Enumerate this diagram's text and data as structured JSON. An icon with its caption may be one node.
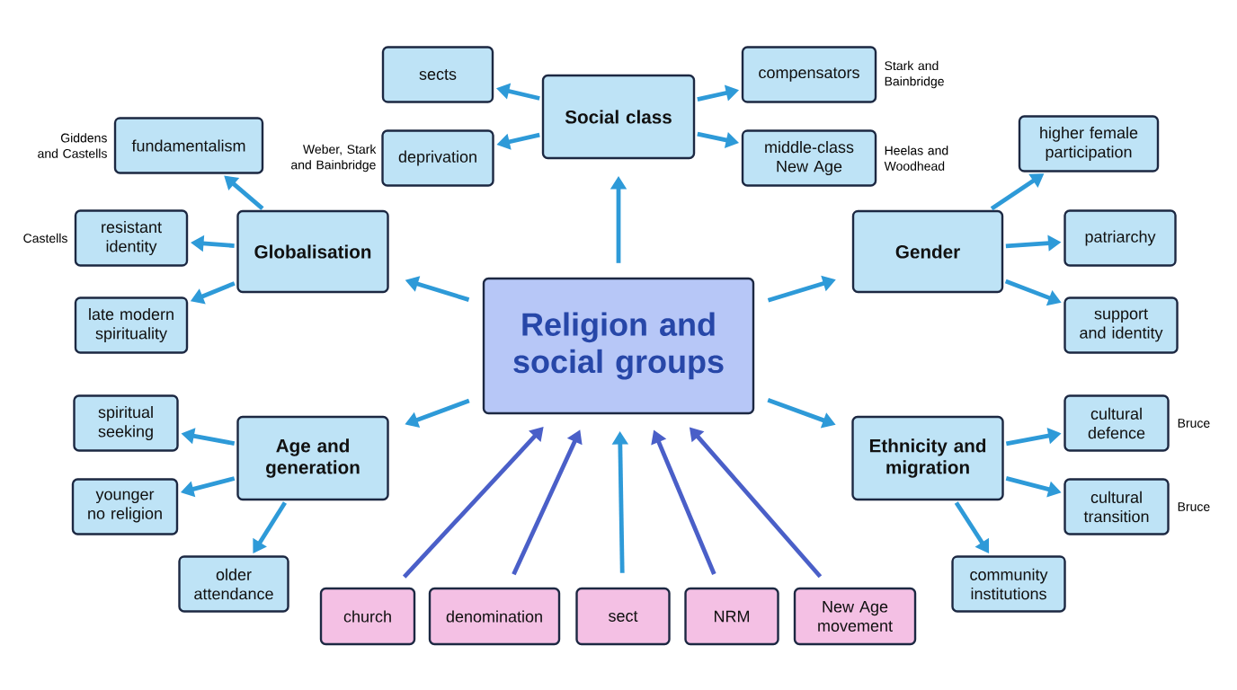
{
  "diagram": {
    "nodes": [
      {
        "text": [
          "Religion and social groups"
        ]
      },
      {
        "text": [
          "Social class"
        ]
      },
      {
        "text": [
          "sects"
        ]
      },
      {
        "text": [
          "deprivation"
        ],
        "beside": [
          "Weber, Stark and Bainbridge"
        ]
      },
      {
        "text": [
          "compensators"
        ],
        "beside": [
          "Stark and Bainbridge"
        ]
      },
      {
        "text": [
          "middle-class New Age"
        ],
        "beside": [
          "Heelas and Woodhead"
        ]
      },
      {
        "text": [
          "Globalisation"
        ]
      },
      {
        "text": [
          "fundamentalism"
        ],
        "beside": [
          "Giddens and Castells"
        ]
      },
      {
        "text": [
          "resistant identity"
        ],
        "beside": [
          "Castells"
        ]
      },
      {
        "text": [
          "late modern spirituality"
        ]
      },
      {
        "text": [
          "Gender"
        ]
      },
      {
        "text": [
          "higher female participation"
        ]
      },
      {
        "text": [
          "patriarchy"
        ]
      },
      {
        "text": [
          "support and identity"
        ]
      },
      {
        "text": [
          "Age and generation"
        ]
      },
      {
        "text": [
          "spiritual seeking"
        ]
      },
      {
        "text": [
          "younger no religion"
        ]
      },
      {
        "text": [
          "older attendance"
        ]
      },
      {
        "text": [
          "Ethnicity and migration"
        ]
      },
      {
        "text": [
          "cultural defence"
        ],
        "beside": [
          "Bruce"
        ]
      },
      {
        "text": [
          "cultural transition"
        ],
        "beside": [
          "Bruce"
        ]
      },
      {
        "text": [
          "community institutions"
        ]
      },
      {
        "text": [
          "church"
        ]
      },
      {
        "text": [
          "denomination"
        ]
      },
      {
        "text": [
          "sect"
        ]
      },
      {
        "text": [
          "NRM"
        ]
      },
      {
        "text": [
          "New Age movement"
        ]
      }
    ],
    "edges": [
      {
        "from": 0,
        "to": 1,
        "arrow": "to"
      },
      {
        "from": 0,
        "to": 6,
        "arrow": "to"
      },
      {
        "from": 0,
        "to": 10,
        "arrow": "to"
      },
      {
        "from": 0,
        "to": 14,
        "arrow": "to"
      },
      {
        "from": 0,
        "to": 18,
        "arrow": "to"
      },
      {
        "from": 1,
        "to": 2,
        "arrow": "to"
      },
      {
        "from": 1,
        "to": 3,
        "arrow": "to"
      },
      {
        "from": 1,
        "to": 4,
        "arrow": "to"
      },
      {
        "from": 1,
        "to": 5,
        "arrow": "to"
      },
      {
        "from": 6,
        "to": 7,
        "arrow": "to"
      },
      {
        "from": 6,
        "to": 8,
        "arrow": "to"
      },
      {
        "from": 6,
        "to": 9,
        "arrow": "to"
      },
      {
        "from": 10,
        "to": 11,
        "arrow": "to"
      },
      {
        "from": 10,
        "to": 12,
        "arrow": "to"
      },
      {
        "from": 10,
        "to": 13,
        "arrow": "to"
      },
      {
        "from": 14,
        "to": 15,
        "arrow": "to"
      },
      {
        "from": 14,
        "to": 16,
        "arrow": "to"
      },
      {
        "from": 14,
        "to": 17,
        "arrow": "to"
      },
      {
        "from": 18,
        "to": 19,
        "arrow": "to"
      },
      {
        "from": 18,
        "to": 20,
        "arrow": "to"
      },
      {
        "from": 18,
        "to": 21,
        "arrow": "to"
      },
      {
        "from": 22,
        "to": 0,
        "arrow": "to",
        "color": "#4a5fc8"
      },
      {
        "from": 23,
        "to": 0,
        "arrow": "to",
        "color": "#4a5fc8"
      },
      {
        "from": 24,
        "to": 0,
        "arrow": "to"
      },
      {
        "from": 25,
        "to": 0,
        "arrow": "to",
        "color": "#4a5fc8"
      },
      {
        "from": 26,
        "to": 0,
        "arrow": "to",
        "color": "#4a5fc8"
      }
    ]
  }
}
